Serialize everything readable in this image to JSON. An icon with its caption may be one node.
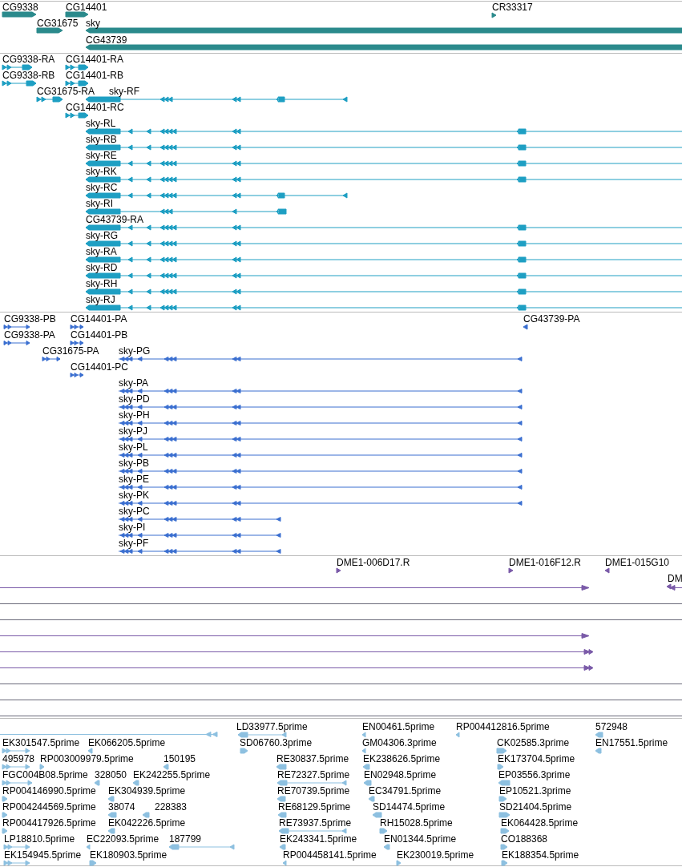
{
  "diagram": {
    "labels": [
      "CG9338",
      "CG14401",
      "CR33317",
      "CG31675",
      "sky",
      "CG43739",
      "CG9338-RA",
      "CG14401-RA",
      "CG9338-RB",
      "CG14401-RB",
      "CG31675-RA",
      "sky-RF",
      "CG14401-RC",
      "sky-RL",
      "sky-RB",
      "sky-RE",
      "sky-RK",
      "sky-RC",
      "sky-RI",
      "CG43739-RA",
      "sky-RG",
      "sky-RA",
      "sky-RD",
      "sky-RH",
      "sky-RJ",
      "CG9338-PB",
      "CG14401-PA",
      "CG43739-PA",
      "CG9338-PA",
      "CG14401-PB",
      "CG31675-PA",
      "sky-PG",
      "CG14401-PC",
      "sky-PA",
      "sky-PD",
      "sky-PH",
      "sky-PJ",
      "sky-PL",
      "sky-PB",
      "sky-PE",
      "sky-PK",
      "sky-PC",
      "sky-PI",
      "sky-PF",
      "DME1-006D17.R",
      "DME1-016F12.R",
      "DME1-015G10",
      "DM",
      "LD33977.5prime",
      "EN00461.5prime",
      "RP004412816.5prime",
      "572948",
      "EK301547.5prime",
      "EK066205.5prime",
      "SD06760.3prime",
      "GM04306.3prime",
      "CK02585.3prime",
      "EN17551.5prime",
      "495978",
      "RP003009979.5prime",
      "150195",
      "RE30837.5prime",
      "EK238626.5prime",
      "EK173704.5prime",
      "FGC004B08.5prime",
      "328050",
      "EK242255.5prime",
      "RE72327.5prime",
      "EN02948.5prime",
      "EP03556.3prime",
      "RP004146990.5prime",
      "EK304939.5prime",
      "RE70739.5prime",
      "EC34791.5prime",
      "EP10521.3prime",
      "RP004244569.5prime",
      "38074",
      "228383",
      "RE68129.5prime",
      "SD14474.5prime",
      "SD21404.5prime",
      "RP004417926.5prime",
      "EK042226.5prime",
      "RE73937.5prime",
      "RH15028.5prime",
      "EK064428.5prime",
      "LP18810.5prime",
      "EC22093.5prime",
      "187799",
      "EK243341.5prime",
      "EN01344.5prime",
      "CO188368",
      "EK154945.5prime",
      "EK180903.5prime",
      "RP004458141.5prime",
      "EK230019.5prime",
      "EK188354.5prime"
    ]
  }
}
